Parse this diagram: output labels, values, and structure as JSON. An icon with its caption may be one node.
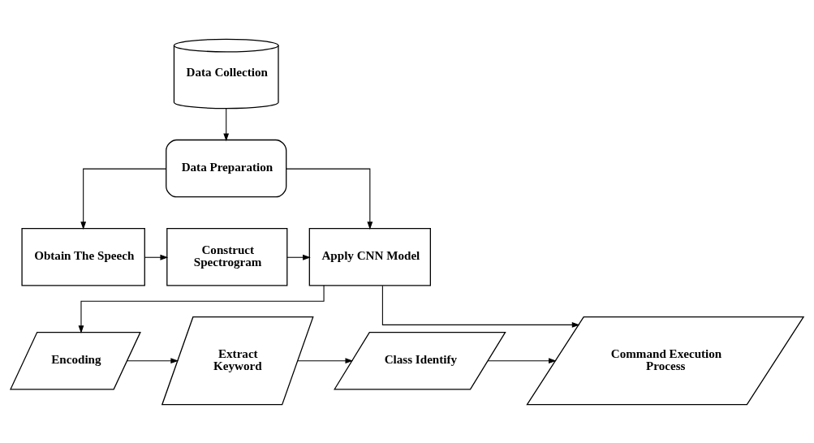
{
  "diagram": {
    "nodes": [
      {
        "text": [
          "Data Collection"
        ]
      },
      {
        "text": [
          "Data Preparation"
        ]
      },
      {
        "text": [
          "Obtain The Speech"
        ]
      },
      {
        "text": [
          "Construct Spectrogram"
        ]
      },
      {
        "text": [
          "Apply CNN Model"
        ]
      },
      {
        "text": [
          "Encoding"
        ]
      },
      {
        "text": [
          "Extract Keyword"
        ]
      },
      {
        "text": [
          "Class Identify"
        ]
      },
      {
        "text": [
          "Command Execution Process"
        ]
      }
    ],
    "edges": [
      {
        "from": 0,
        "to": 1,
        "arrow": "to"
      },
      {
        "from": 1,
        "to": 2,
        "arrow": "to"
      },
      {
        "from": 1,
        "to": 4,
        "arrow": "to"
      },
      {
        "from": 2,
        "to": 3,
        "arrow": "to"
      },
      {
        "from": 3,
        "to": 4,
        "arrow": "to"
      },
      {
        "from": 4,
        "to": 5,
        "arrow": "to"
      },
      {
        "from": 4,
        "to": 8,
        "arrow": "to"
      },
      {
        "from": 5,
        "to": 6,
        "arrow": "to"
      },
      {
        "from": 6,
        "to": 7,
        "arrow": "to"
      },
      {
        "from": 7,
        "to": 8,
        "arrow": "to"
      }
    ]
  }
}
